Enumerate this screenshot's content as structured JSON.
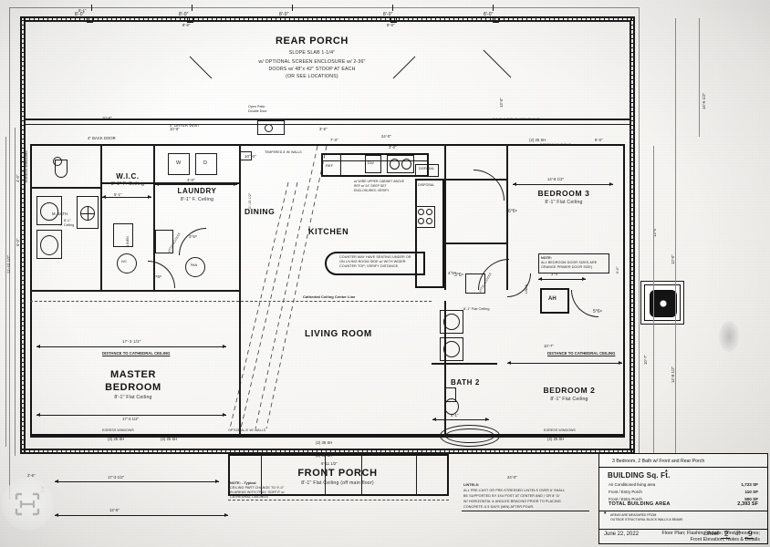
{
  "document": {
    "type": "architectural-floor-plan",
    "sheet_title": "Floor Plan; Flashing details; Wind Pressures;",
    "sheet_title_line2": "Front  Elevation; Notes & Details",
    "date": "June 22, 2022",
    "sheet_label": "Sheet",
    "sheet_number": "2",
    "sheet_of": "of",
    "sheet_total": "9"
  },
  "title_block": {
    "heading": "3 Bedroom, 2  Bath w/ Front and Rear Porch",
    "section_title": "BUILDING Sq. Ft.",
    "section_title_mark": "*",
    "rows": [
      {
        "label": "Air Conditioned living area",
        "value": "1,723 SF"
      },
      {
        "label": "Front / Entry Porch",
        "value": "110 SF"
      },
      {
        "label": "Front / Entry Porch",
        "value": "500 SF"
      }
    ],
    "total_label": "TOTAL BUILDING AREA",
    "total_value": "2,393 SF",
    "footnote_line1": "AREAS ARE MEASURED FROM",
    "footnote_line2": "OUTSIDE STRUCTURAL BLOCK WALLS & BEAMS"
  },
  "rooms": [
    {
      "name": "REAR  PORCH",
      "sub1": "SLOPE SLAB  1-1/4\"",
      "sub2": "w/ OPTIONAL SCREEN ENCLOSURE w/ 2-36\"",
      "sub3": "DOORS w/ 48\"x 42\" STOOP AT EACH",
      "sub4": "(OR SEE LOCATIONS)"
    },
    {
      "name": "W.I.C.",
      "sub1": "8'-1\" F. Ceiling"
    },
    {
      "name": "LAUNDRY",
      "sub1": "8'-1\" F. Ceiling"
    },
    {
      "name": "M. BATH",
      "sub1": "8'-1\"",
      "sub2": "F. Ceiling"
    },
    {
      "name": "DINING"
    },
    {
      "name": "KITCHEN"
    },
    {
      "name": "BEDROOM 3",
      "sub1": "8'-1\" Flat Ceiling"
    },
    {
      "name": "LIVING ROOM"
    },
    {
      "name": "MASTER",
      "name2": "BEDROOM",
      "sub1": "8'-1\" Flat Ceiling"
    },
    {
      "name": "BATH 2"
    },
    {
      "name": "BEDROOM 2",
      "sub1": "8'-1\" Flat Ceiling"
    },
    {
      "name": "FRONT PORCH",
      "sub1": "8'-1\" Flat Ceiling (off main floor)"
    }
  ],
  "annotations": {
    "cathedral_center_line": "Cathedral Ceiling Center Line",
    "distance_cathedral_left": "DISTANCE TO CATHEDRAL CEILING",
    "distance_cathedral_right": "DISTANCE TO CATHEDRAL CEILING",
    "ceiling_8_1_f": "8'-1\" F. Ceiling",
    "ceiling_8_1_flat": "8'-1\" Flat Ceiling",
    "dryer_vent": "4\" DRYER VENT",
    "back_door": "4\" BACK DOOR",
    "open_patio": "Open Patio",
    "double_door": "Double Door",
    "counter_note_1": "COUNTER MAY HAVE SEATING UNDER OR",
    "counter_note_2": "ON LIVING ROOM SIDE w/ WITH WIDER",
    "counter_note_3": "COUNTER TOP;  VERIFY DISTANCE.",
    "wire_shelf_note_1": "w/ WIRE UPPER CABINET ABOVE",
    "wire_shelf_note_2": "REF w/ 24\" DEEP SET",
    "wire_shelf_note_3": "ENCLOSURES; VERIFY.",
    "bedroom_door_note_head": "NOTE:",
    "bedroom_door_note_1": "ALL BEDROOM DOOR SIZES ARE",
    "bedroom_door_note_2": "ORANGE PRIMER DOOR SIZE)",
    "lintel_note_head": "LINTELS:",
    "lintel_note_1": "ALL PRE-CAST OR PRE-STRESSED LINTELS OVER 6' SHALL",
    "lintel_note_2": "BE SUPPORTED BY 4X4 POST AT CENTER AND / OR 8' O/",
    "lintel_note_3": "W/ HORIZONTAL & ANGLED BRACING PRIOR TO PLACING",
    "lintel_note_4": "CONCRETE & 5 DAYS (MIN) AFTER POUR.",
    "note_typical_head": "NOTE: - Typical",
    "note_typical_1": "CEILING PART CHANGE TO 9'-0\"",
    "note_typical_2": "IN AREAS WITH TRAY, SOFFIT or",
    "note_typical_3": "CATHEDRAL CEILINGS",
    "dbl_top_note": "DOUBLE TOP AT KITCHEN BAR",
    "egress_left": "EGRESS WINDOWS",
    "egress_right": "EGRESS WINDOWS",
    "optional_walls_left": "OPTIONAL 8' W/ WALLS",
    "optional_walls_right": "TEMPERED 8' W/ WALLS",
    "attic_access": "ATTIC ACCESS",
    "attic_access2": "ATTIC ACCESS",
    "linen": "LINEN",
    "hc": "H/C",
    "ah": "AH",
    "ref": "REF",
    "dw": "DW",
    "disposal": "DISPOSAL",
    "washer": "W",
    "dryer": "D",
    "pan": "PAN",
    "ac_pad": "5'-0\"",
    "wh": "W/H"
  },
  "dimensions": {
    "top": [
      "8'-0\"",
      "8'-0\"",
      "8'-0\"",
      "8'-0\"",
      "8'-0\""
    ],
    "top_row": [
      "2'-0\"",
      "10'-6\"",
      "13'-0\"",
      "7'-3\"",
      "3'-0\"",
      "4'-3\"",
      "5'-0\""
    ],
    "left": [
      "4'-0\"",
      "6'-0\"",
      "11'-10 1/2\"",
      "13'-6\"",
      "17'-3 1/2\""
    ],
    "right": [
      "14'-6 1/2\"",
      "13'-0\"",
      "12'-0\"",
      "10'-7\"",
      "14'-8 1/2\""
    ],
    "bottom": [
      "2'-6\"",
      "6'-11 1/2\"",
      "24'-0\"",
      "17'-3 1/2\"",
      "12'-5\""
    ],
    "window_tags": [
      "(2) 25 SH",
      "(2) 35 SH",
      "35 SH",
      "3'-6\""
    ],
    "door_tags": [
      "3°6⁸",
      "2⁶6⁸",
      "4°6⁸",
      "2°6⁸",
      "6°6⁸",
      "5°6⁸",
      "10°-0\""
    ],
    "misc": [
      "5'-1\"",
      "4'-0\"",
      "3'-4\"",
      "8'-0\"",
      "14'-8 1/2\"",
      "10'-7\"",
      "12'-8\"",
      "17'-3 1/2\"",
      "12'-5\"",
      "24'-0\""
    ]
  },
  "icons": {
    "watermark": "drag-handle-icon",
    "ac_unit": "ac-condenser-icon",
    "door_swing": "door-swing-icon",
    "toilet": "toilet-icon",
    "sink": "sink-icon",
    "tub": "bathtub-icon",
    "shower": "shower-icon",
    "range": "range-icon",
    "refrigerator": "refrigerator-icon",
    "dishwasher": "dishwasher-icon",
    "washer_icon": "washer-icon",
    "dryer_icon": "dryer-icon",
    "water_heater": "water-heater-icon",
    "air_handler": "air-handler-icon"
  },
  "colors": {
    "ink": "#1c1c1c",
    "paper": "#f4f3f1",
    "light_line": "#8d8d8d",
    "dark_fill": "#141414"
  }
}
